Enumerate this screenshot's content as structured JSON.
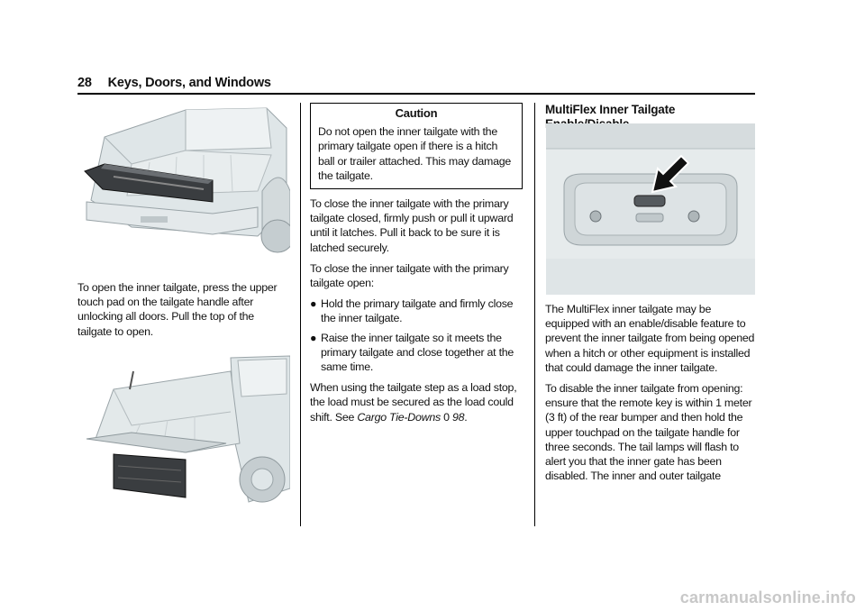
{
  "header": {
    "page_number": "28",
    "section_title": "Keys, Doors, and Windows"
  },
  "col1": {
    "paragraph": "To open the inner tailgate, press the upper touch pad on the tailgate handle after unlocking all doors. Pull the top of the tailgate to open."
  },
  "col2": {
    "caution_title": "Caution",
    "caution_text": "Do not open the inner tailgate with the primary tailgate open if there is a hitch ball or trailer attached. This may damage the tailgate.",
    "p1": "To close the inner tailgate with the primary tailgate closed, firmly push or pull it upward until it latches. Pull it back to be sure it is latched securely.",
    "p2": "To close the inner tailgate with the primary tailgate open:",
    "bullets": [
      "Hold the primary tailgate and firmly close the inner tailgate.",
      "Raise the inner tailgate so it meets the primary tailgate and close together at the same time."
    ],
    "p3_start": "When using the tailgate step as a load stop, the load must be secured as the load could shift. See ",
    "p3_link": "Cargo Tie-Downs",
    "p3_ref_icon": "0",
    "p3_page": "98",
    "p3_end": "."
  },
  "col3": {
    "section_heading": "MultiFlex Inner Tailgate Enable/Disable",
    "p1": "The MultiFlex inner tailgate may be equipped with an enable/disable feature to prevent the inner tailgate from being opened when a hitch or other equipment is installed that could damage the inner tailgate.",
    "p2": "To disable the inner tailgate from opening: ensure that the remote key is within 1 meter (3 ft) of the rear bumper and then hold the upper touchpad on the tailgate handle for three seconds. The tail lamps will flash to alert you that the inner gate has been disabled. The inner and outer tailgate"
  },
  "watermark": "carmanualsonline.info"
}
